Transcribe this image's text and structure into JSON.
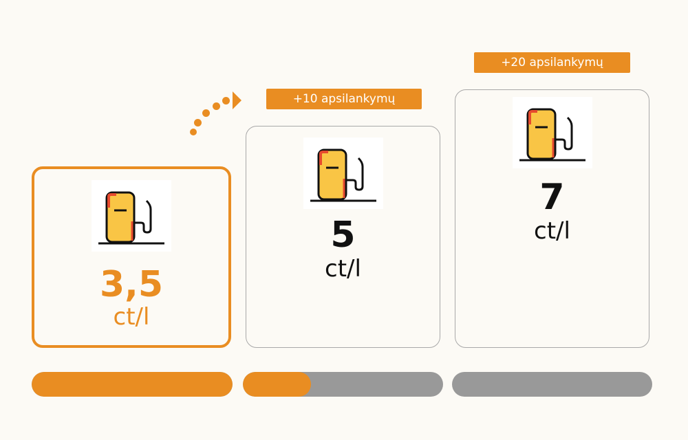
{
  "tiers": [
    {
      "amount": "3,5",
      "unit": "ct/l",
      "badge": null,
      "state": "active",
      "progress": 1.0
    },
    {
      "amount": "5",
      "unit": "ct/l",
      "badge": "+10 apsilankymų",
      "state": "inactive",
      "progress": 0.34
    },
    {
      "amount": "7",
      "unit": "ct/l",
      "badge": "+20 apsilankymų",
      "state": "inactive",
      "progress": 0.0
    }
  ],
  "icons": {
    "tier_icon": "fuel-pump-icon",
    "next_indicator": "dotted-arrow-icon"
  },
  "colors": {
    "accent": "#e98d22",
    "inactive": "#999999",
    "pump_body": "#f9c545",
    "pump_red": "#e64a2e",
    "text": "#111111"
  }
}
